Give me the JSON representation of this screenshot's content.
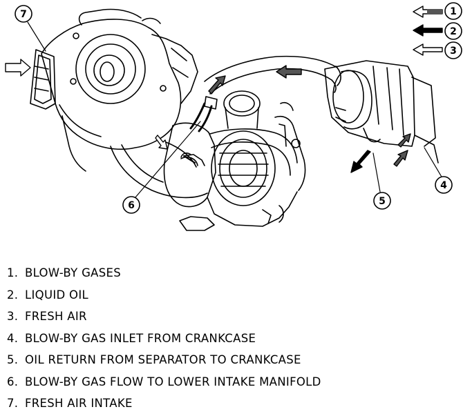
{
  "callouts": [
    {
      "number": "1"
    },
    {
      "number": "2"
    },
    {
      "number": "3"
    },
    {
      "number": "4"
    },
    {
      "number": "5"
    },
    {
      "number": "6"
    },
    {
      "number": "7"
    }
  ],
  "legend": [
    {
      "number": "1.",
      "text": "BLOW-BY GASES"
    },
    {
      "number": "2.",
      "text": "LIQUID OIL"
    },
    {
      "number": "3.",
      "text": "FRESH AIR"
    },
    {
      "number": "4.",
      "text": "BLOW-BY GAS INLET FROM CRANKCASE"
    },
    {
      "number": "5.",
      "text": "OIL RETURN FROM SEPARATOR TO CRANKCASE"
    },
    {
      "number": "6.",
      "text": "BLOW-BY GAS FLOW TO LOWER INTAKE MANIFOLD"
    },
    {
      "number": "7.",
      "text": "FRESH AIR INTAKE"
    }
  ],
  "colors": {
    "line": "#000000",
    "background": "#ffffff",
    "arrow_blowby_fill": "#555555",
    "arrow_oil_fill": "#000000",
    "arrow_air_fill": "#ffffff"
  }
}
